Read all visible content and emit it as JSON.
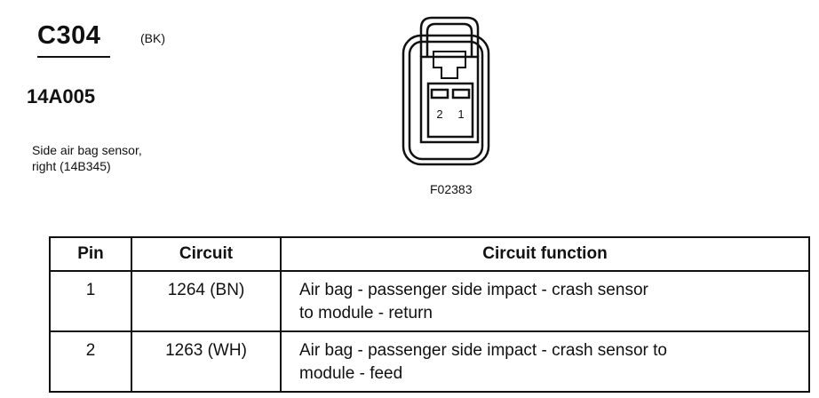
{
  "header": {
    "connector_id": "C304",
    "color_code": "(BK)",
    "part_number": "14A005",
    "description_line1": "Side air bag sensor,",
    "description_line2": "right (14B345)"
  },
  "diagram": {
    "pin_labels": [
      "2",
      "1"
    ],
    "figure_id": "F02383"
  },
  "table": {
    "columns": [
      "Pin",
      "Circuit",
      "Circuit function"
    ],
    "rows": [
      {
        "pin": "1",
        "circuit": "1264 (BN)",
        "function_line1": "Air bag - passenger side impact - crash sensor",
        "function_line2": "to module - return"
      },
      {
        "pin": "2",
        "circuit": "1263 (WH)",
        "function_line1": "Air bag - passenger side impact - crash sensor to",
        "function_line2": "module - feed"
      }
    ]
  }
}
